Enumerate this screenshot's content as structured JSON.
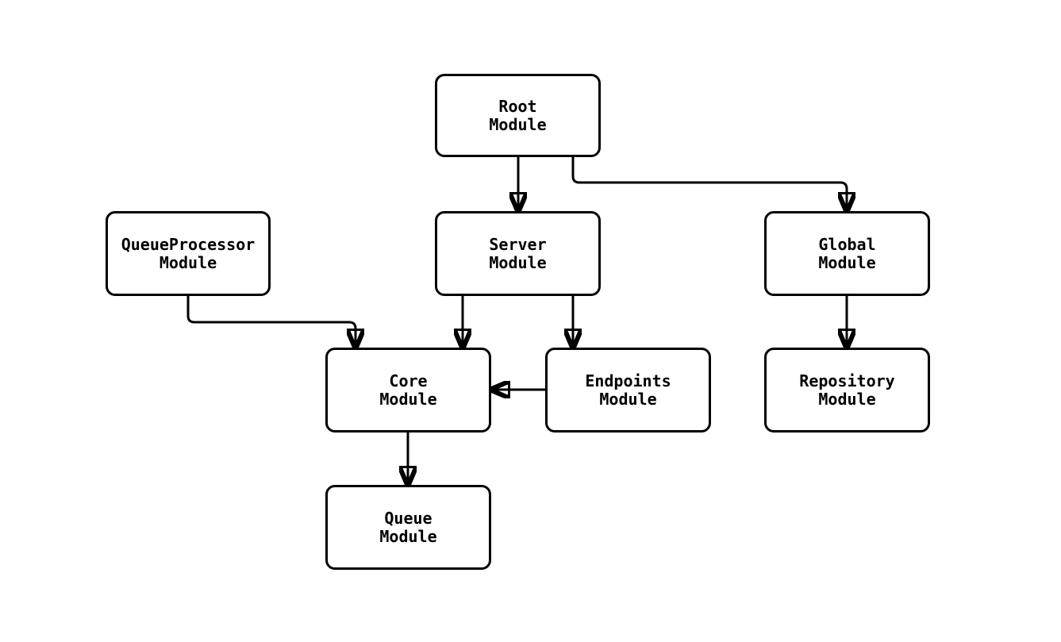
{
  "diagram": {
    "type": "module-dependency-flowchart",
    "background_color": "#ffffff",
    "node_fill_color": "#ffffff",
    "node_border_color": "#000000",
    "edge_color": "#000000",
    "text_color": "#000000",
    "nodes": {
      "root": {
        "label": "Root\nModule"
      },
      "queue_processor": {
        "label": "QueueProcessor\nModule"
      },
      "server": {
        "label": "Server\nModule"
      },
      "global": {
        "label": "Global\nModule"
      },
      "core": {
        "label": "Core\nModule"
      },
      "endpoints": {
        "label": "Endpoints\nModule"
      },
      "repository": {
        "label": "Repository\nModule"
      },
      "queue": {
        "label": "Queue\nModule"
      }
    },
    "edges": [
      {
        "from": "root",
        "to": "server"
      },
      {
        "from": "root",
        "to": "global"
      },
      {
        "from": "queue_processor",
        "to": "core"
      },
      {
        "from": "server",
        "to": "core"
      },
      {
        "from": "server",
        "to": "endpoints"
      },
      {
        "from": "endpoints",
        "to": "core"
      },
      {
        "from": "global",
        "to": "repository"
      },
      {
        "from": "core",
        "to": "queue"
      }
    ]
  }
}
